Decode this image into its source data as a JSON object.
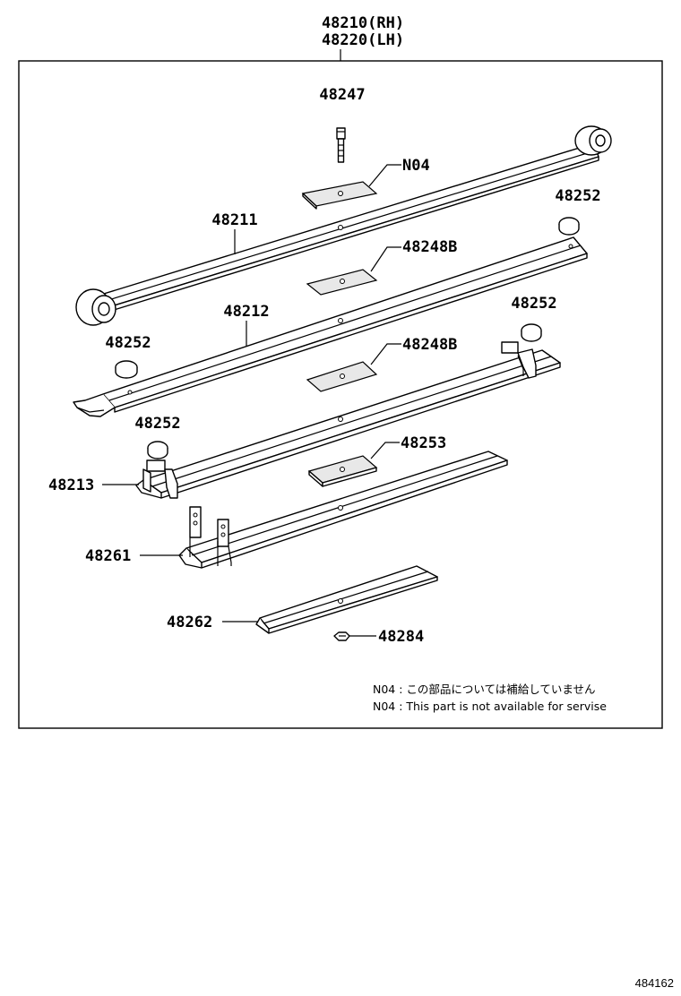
{
  "top_label": {
    "line1": "48210(RH)",
    "line2": "48220(LH)"
  },
  "labels": {
    "p48247": "48247",
    "pN04": "N04",
    "p48211": "48211",
    "p48252_a": "48252",
    "p48248B_a": "48248B",
    "p48212": "48212",
    "p48252_b": "48252",
    "p48252_c": "48252",
    "p48248B_b": "48248B",
    "p48252_d": "48252",
    "p48253": "48253",
    "p48213": "48213",
    "p48261": "48261",
    "p48262": "48262",
    "p48284": "48284"
  },
  "notes": {
    "jp": "N04 : この部品については補給していません",
    "en": "N04 : This part is not available for servise"
  },
  "figure_number": "484162"
}
